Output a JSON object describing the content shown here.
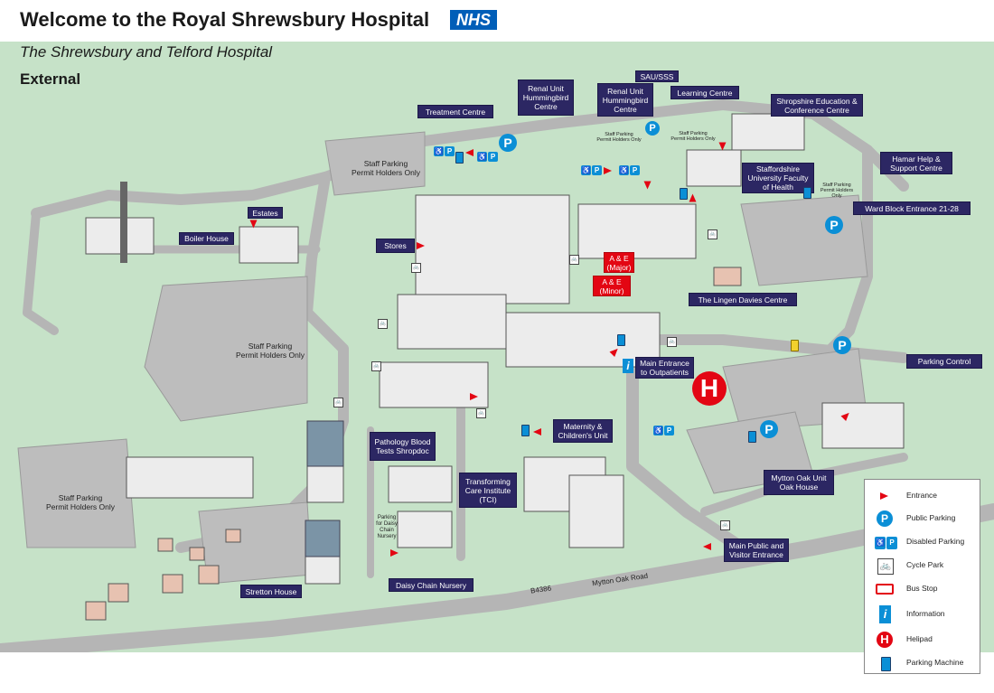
{
  "header": {
    "title": "Welcome to the Royal Shrewsbury Hospital",
    "nhs_logo": "NHS",
    "subtitle": "The Shrewsbury and Telford Hospital",
    "section": "External"
  },
  "colors": {
    "map_background": "#c6e2c8",
    "road": "#b5b5b5",
    "label_bg": "#2c2763",
    "emergency_red": "#e30613",
    "parking_blue": "#0b8fd6",
    "nhs_blue": "#005eb8"
  },
  "labels": {
    "treatment_centre": "Treatment Centre",
    "renal_unit_1": "Renal Unit\nHummingbird\nCentre",
    "renal_unit_2": "Renal Unit\nHummingbird\nCentre",
    "sau_sss": "SAU/SSS",
    "learning_centre": "Learning Centre",
    "shropshire_education": "Shropshire Education &\nConference Centre",
    "hamar_help": "Hamar Help &\nSupport Centre",
    "staffordshire_university": "Staffordshire\nUniversity Faculty\nof Health",
    "ward_block": "Ward Block Entrance 21-28",
    "estates": "Estates",
    "boiler_house": "Boiler House",
    "stores": "Stores",
    "ae_major": "A & E\n(Major)",
    "ae_minor": "A & E\n(Minor)",
    "lingen_davies": "The Lingen Davies Centre",
    "main_entrance_outpatients": "Main Entrance\nto Outpatients",
    "parking_control": "Parking Control",
    "maternity": "Maternity &\nChildren's Unit",
    "pathology": "Pathology Blood\nTests Shropdoc",
    "tci": "Transforming\nCare Institute\n(TCI)",
    "mytton_oak": "Mytton Oak Unit\nOak House",
    "main_public_entrance": "Main Public and\nVisitor Entrance",
    "daisy_chain": "Daisy Chain Nursery",
    "stretton_house": "Stretton House"
  },
  "plain_labels": {
    "staff_parking_1": "Staff Parking\nPermit Holders Only",
    "staff_parking_2": "Staff Parking\nPermit Holders Only",
    "staff_parking_3": "Staff Parking\nPermit Holders Only",
    "staff_parking_tiny_1": "Staff Parking\nPermit Holders Only",
    "staff_parking_tiny_2": "Staff Parking\nPermit Holders Only",
    "staff_parking_tiny_3": "Staff Parking\nPermit Holders\nOnly",
    "parking_daisy": "Parking\nfor Daisy\nChain\nNursery",
    "road_b4386": "B4386",
    "road_mytton_oak": "Mytton Oak Road"
  },
  "icons": {
    "public_parking": "P",
    "info": "i",
    "helipad": "H"
  },
  "legend": [
    {
      "icon": "entrance-arrow-icon",
      "label": "Entrance"
    },
    {
      "icon": "public-parking-icon",
      "label": "Public Parking"
    },
    {
      "icon": "disabled-parking-icon",
      "label": "Disabled Parking"
    },
    {
      "icon": "cycle-park-icon",
      "label": "Cycle Park"
    },
    {
      "icon": "bus-stop-icon",
      "label": "Bus Stop"
    },
    {
      "icon": "information-icon",
      "label": "Information"
    },
    {
      "icon": "helipad-icon",
      "label": "Helipad"
    },
    {
      "icon": "parking-machine-icon",
      "label": "Parking Machine"
    }
  ]
}
